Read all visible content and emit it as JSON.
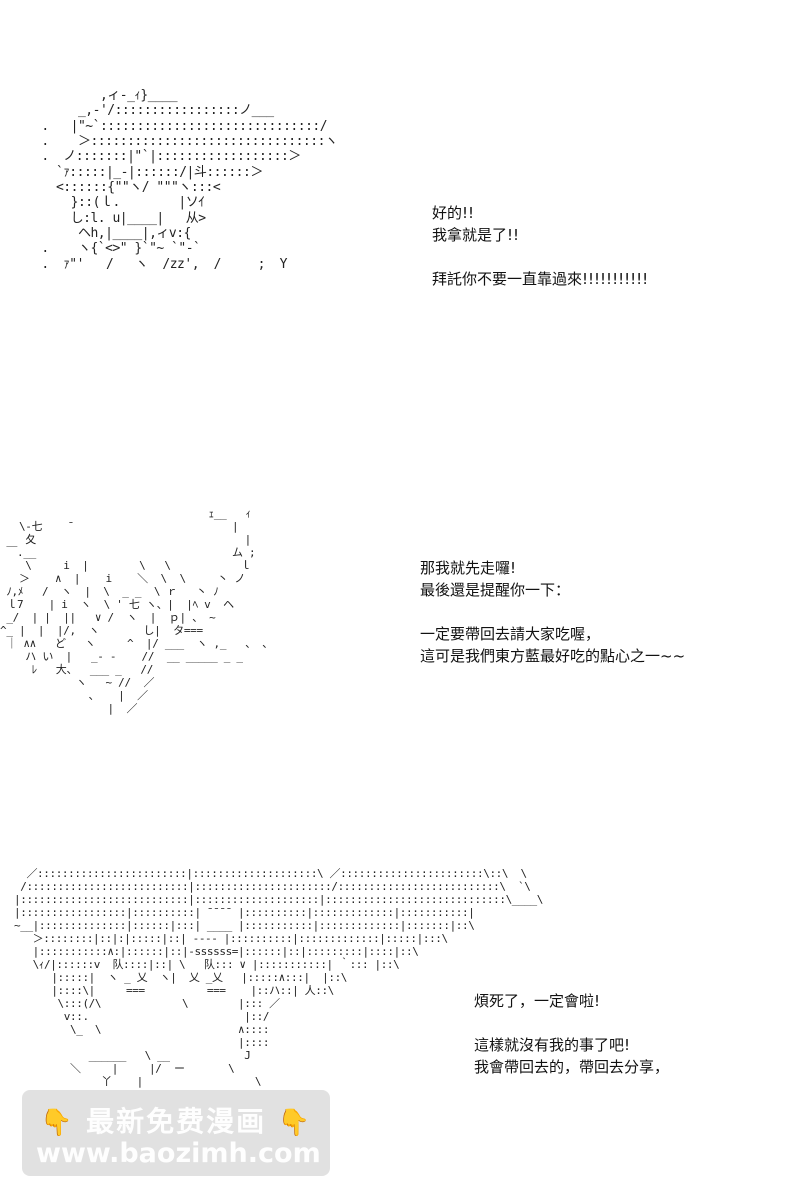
{
  "panels": [
    {
      "art": "         ,ィ-_ｨ}____\n      _,-'/:::::::::::::::::ノ___\n .   |\"~`::::::::::::::::::::::::::::::/\n .    ＞::::::::::::::::::::::::::::::::ヽ\n .  ノ:::::::|\"`|::::::::::::::::::＞\n   `ｧ:::::|_-|::::::/|斗::::::＞\n   <::::::{\"\"ヽ/ \"\"\"ヽ:::<\n     }::(ｌ.        |ソｲ\n     し:l. u|____|   从>\n      ヘh,|____|,ィv:{\n .    ヽ{`<>\" }`\"~ `\"-`\n .  ｧ\"'   /   ヽ  /zz',  /     ;  Y",
      "dialogue": [
        "好的!!",
        "我拿就是了!!",
        "",
        "拜託你不要一直靠過來!!!!!!!!!!!"
      ]
    },
    {
      "art": "                                 ｪ__   ｨ\n   \\-七    ¯                         |\n    夂                                 |\n ￣.__                               ム ;\n    \\     i  |        \\   \\           ｌ\n   ＞    ∧  |    i    ＼  \\  \\     丶 ノ\n ﾉ,ﾒ   /  ヽ  |  \\  _ _  \\ ｒ   丶 ﾉ\n ｌ7    | i  ヽ  \\ ' 七 ヽ、|  |ﾍ v  ヘ\n _/  | |  ||   ∨ /  ヽ  |  ｐ| 、 ~\n^_ |  |  |/,  ヽ       し|  タ===\n ｜ ∧∧   ど   ヽ     ^  |/ ___  ヽ ,_   、 、\n    ハ い  |   _- -    //  __ _____ _ _\n     ﾚ   大、  ___ _   //\n            ヽ   ~ //  ／\n              、   |  ／\n                 |  ／",
      "dialogue": [
        "那我就先走囉!",
        "最後還是提醒你一下：",
        "",
        "一定要帶回去請大家吃喔，",
        "這可是我們東方藍最好吃的點心之一~~"
      ]
    },
    {
      "art": "  ／::::::::::::::::::::::::|::::::::::::::::::::\\ ／:::::::::::::::::::::::\\::\\  \\\n /::::::::::::::::::::::::::|::::::::::::::::::::::/::::::::::::::::::::::::::\\  `\\\n|:::::::::::::::::::::::::::|::::::::::::::::::::|:::::::::::::::::::::::::::::\\____\\\n|:::::::::::::::::|::::::::::| ¯¯¯¯ |::::::::::|:::::::::::::|:::::::::::|\n~__|::::::::::::::|::::::|:::| ____ |:::::::::::|:::::::::::::|:::::::|::\\\n   ＞::::::::|::|:|:::::|::| ---- |::::::::::|:::::::::::::|:::::|:::\\\n   |:::::::::::∧:|::::::|::|-ssssss=|::::::|::|:::::::::|::::|::\\\n   \\ｨ/|::::::v  队::::|::| \\   队::: ∨ |:::::::::::| ｀::: |::\\\n      |:::::|  ヽ _ 乂  ヽ|  乂 _乂   |:::::∧:::|  |::\\\n      |::::\\|     ===          ===    |::ハ::| 人::\\\n       \\:::(/\\             \\        |::: ／\n        v::.                         |::/\n         \\_  \\                      ∧::::\n                                    |::::\n            ______   \\ __            J\n         ＼     |     |/  ー       \\\n              丫    |                  \\",
      "dialogue": [
        "煩死了，一定會啦!",
        "",
        "這樣就沒有我的事了吧!",
        "我會帶回去的，帶回去分享，"
      ]
    }
  ],
  "watermark": {
    "icon_left": "hand-pointing-down-icon",
    "icon_right": "hand-pointing-down-icon",
    "title": "最新免费漫画",
    "url": "www.baozimh.com",
    "colors": {
      "icon": "#f2b400",
      "text": "#ffffff",
      "bg": "#c8c8c8"
    }
  }
}
